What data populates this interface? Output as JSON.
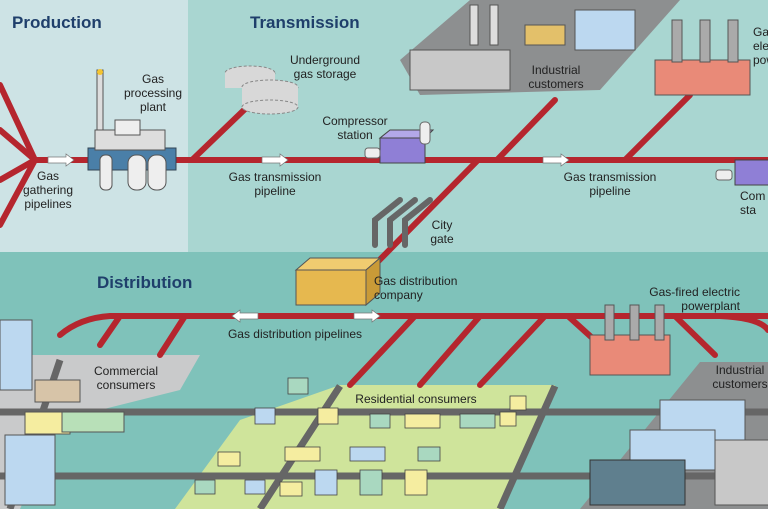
{
  "sections": {
    "production": "Production",
    "transmission": "Transmission",
    "distribution": "Distribution"
  },
  "labels": {
    "gas_processing_plant": [
      "Gas",
      "processing",
      "plant"
    ],
    "gas_gathering_pipelines": [
      "Gas",
      "gathering",
      "pipelines"
    ],
    "underground_gas_storage": [
      "Underground",
      "gas storage"
    ],
    "compressor_station": [
      "Compressor",
      "station"
    ],
    "gas_transmission_pipeline_1": [
      "Gas transmission",
      "pipeline"
    ],
    "gas_transmission_pipeline_2": [
      "Gas transmission",
      "pipeline"
    ],
    "industrial_customers_top": [
      "Industrial",
      "customers"
    ],
    "gas_fired_powerplant_top": [
      "Gas",
      "electric",
      "powerplant"
    ],
    "compressor_station_right": [
      "Com",
      "sta"
    ],
    "city_gate": [
      "City",
      "gate"
    ],
    "gas_distribution_company": [
      "Gas distribution",
      "company"
    ],
    "gas_distribution_pipelines": "Gas distribution pipelines",
    "gas_fired_powerplant": [
      "Gas-fired electric",
      "powerplant"
    ],
    "industrial_customers_bottom": [
      "Industrial",
      "customers"
    ],
    "commercial_consumers": [
      "Commercial",
      "consumers"
    ],
    "residential_consumers": "Residential consumers"
  },
  "colors": {
    "production_bg": "#cde3e5",
    "transmission_bg": "#a9d6d1",
    "distribution_bg": "#7fc2ba",
    "pipeline": "#b5262e",
    "title": "#1f3f6b",
    "flow_arrow": "#ffffff"
  }
}
